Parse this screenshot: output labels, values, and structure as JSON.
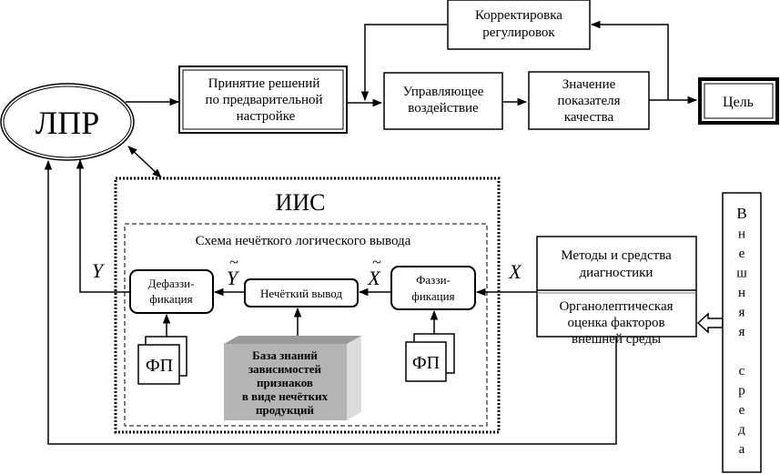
{
  "diagram": {
    "decision_maker": {
      "label": "ЛПР"
    },
    "preliminary_decision": {
      "lines": [
        "Принятие решений",
        "по предварительной",
        "настройке"
      ]
    },
    "control_action": {
      "lines": [
        "Управляющее",
        "воздействие"
      ]
    },
    "quality_value": {
      "lines": [
        "Значение",
        "показателя",
        "качества"
      ]
    },
    "goal": {
      "label": "Цель"
    },
    "adjustment": {
      "lines": [
        "Корректировка",
        "регулировок"
      ]
    },
    "iis": {
      "label": "ИИС"
    },
    "fuzzy_scheme": {
      "label": "Схема нечёткого логического вывода"
    },
    "defuzzification": {
      "lines": [
        "Дефаззи-",
        "фикация"
      ]
    },
    "fuzzy_inference": {
      "label": "Нечёткий вывод"
    },
    "fuzzification": {
      "lines": [
        "Фаззи-",
        "фикация"
      ]
    },
    "membership_fn_left": {
      "label": "ФП"
    },
    "membership_fn_right": {
      "label": "ФП"
    },
    "knowledge_base": {
      "lines": [
        "База знаний",
        "зависимостей",
        "признаков",
        "в виде нечётких",
        "продукций"
      ]
    },
    "diagnostics": {
      "lines": [
        "Методы и средства",
        "диагностики"
      ]
    },
    "organoleptic": {
      "lines": [
        "Органолептическая",
        "оценка факторов",
        "внешней среды"
      ]
    },
    "environment": {
      "letters": [
        "В",
        "н",
        "е",
        "ш",
        "н",
        "я",
        "я",
        "",
        "с",
        "р",
        "е",
        "д",
        "а"
      ]
    },
    "signals": {
      "y": "Y",
      "y_fuzzy": "Y",
      "x_fuzzy": "X",
      "x": "X",
      "tilde": "~"
    }
  }
}
